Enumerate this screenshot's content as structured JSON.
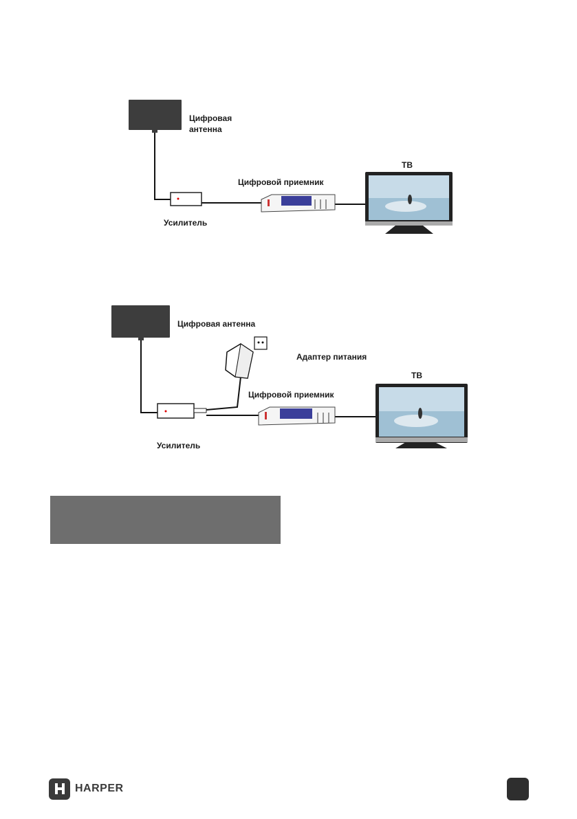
{
  "diagram1": {
    "antenna_label": "Цифровая\nантенна",
    "amplifier_label": "Усилитель",
    "receiver_label": "Цифровой приемник",
    "tv_label": "ТВ"
  },
  "diagram2": {
    "antenna_label": "Цифровая антенна",
    "adapter_label": "Адаптер питания",
    "amplifier_label": "Усилитель",
    "receiver_label": "Цифровой приемник",
    "tv_label": "ТВ"
  },
  "footer": {
    "brand": "HARPER",
    "logo_letter": "H"
  },
  "colors": {
    "gray_box": "#6e6e6e",
    "antenna": "#3d3d3d",
    "receiver_display": "#3b3f9a",
    "tv_bezel": "#222222",
    "logo": "#3a3a3a"
  }
}
